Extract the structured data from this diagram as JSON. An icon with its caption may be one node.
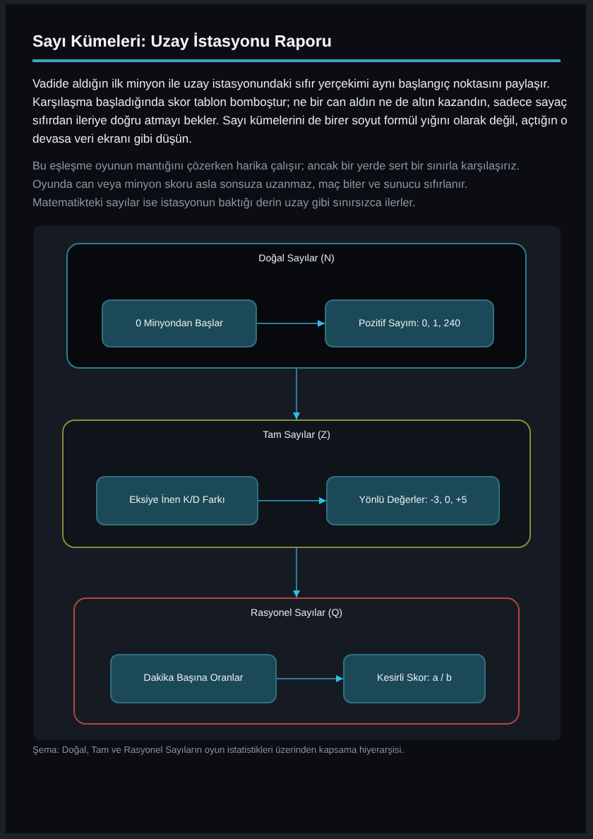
{
  "diagram": {
    "title": "Sayı Kümeleri: Uzay İstasyonu Raporu",
    "caption": "Şema: Doğal, Tam ve Rasyonel Sayıların oyun istatistikleri üzerinden kapsama hiyerarşisi.",
    "nodes": [
      {
        "text": [
          "Doğal Sayılar (N)"
        ]
      },
      {
        "text": [
          "0 Minyondan Başlar"
        ],
        "in": 0
      },
      {
        "text": [
          "Pozitif Sayım: 0, 1, 240"
        ],
        "in": 0
      },
      {
        "text": [
          "Tam Sayılar (Z)"
        ]
      },
      {
        "text": [
          "Eksiye İnen K/D Farkı"
        ],
        "in": 3
      },
      {
        "text": [
          "Yönlü Değerler: -3, 0, +5"
        ],
        "in": 3
      },
      {
        "text": [
          "Rasyonel Sayılar (Q)"
        ]
      },
      {
        "text": [
          "Dakika Başına Oranlar"
        ],
        "in": 6
      },
      {
        "text": [
          "Kesirli Skor: a / b"
        ],
        "in": 6
      }
    ],
    "edges": [
      {
        "from": 1,
        "to": 2,
        "arrow": "to"
      },
      {
        "from": 0,
        "to": 3,
        "arrow": "to"
      },
      {
        "from": 4,
        "to": 5,
        "arrow": "to"
      },
      {
        "from": 3,
        "to": 6,
        "arrow": "to"
      },
      {
        "from": 7,
        "to": 8,
        "arrow": "to"
      }
    ],
    "labels": [
      "Vadide aldığın ilk minyon ile uzay istasyonundaki sıfır yerçekimi aynı başlangıç noktasını paylaşır. Karşılaşma başladığında skor tablon bomboştur; ne bir can aldın ne de altın kazandın, sadece sayaç sıfırdan ileriye doğru atmayı bekler. Sayı kümelerini de birer soyut formül yığını olarak değil, açtığın o devasa veri ekranı gibi düşün.",
      "Bu eşleşme oyunun mantığını çözerken harika çalışır; ancak bir yerde sert bir sınırla karşılaşırız. Oyunda can veya minyon skoru asla sonsuza uzanmaz, maç biter ve sunucu sıfırlanır. Matematikteki sayılar ise istasyonun baktığı derin uzay gibi sınırsızca ilerler."
    ]
  }
}
